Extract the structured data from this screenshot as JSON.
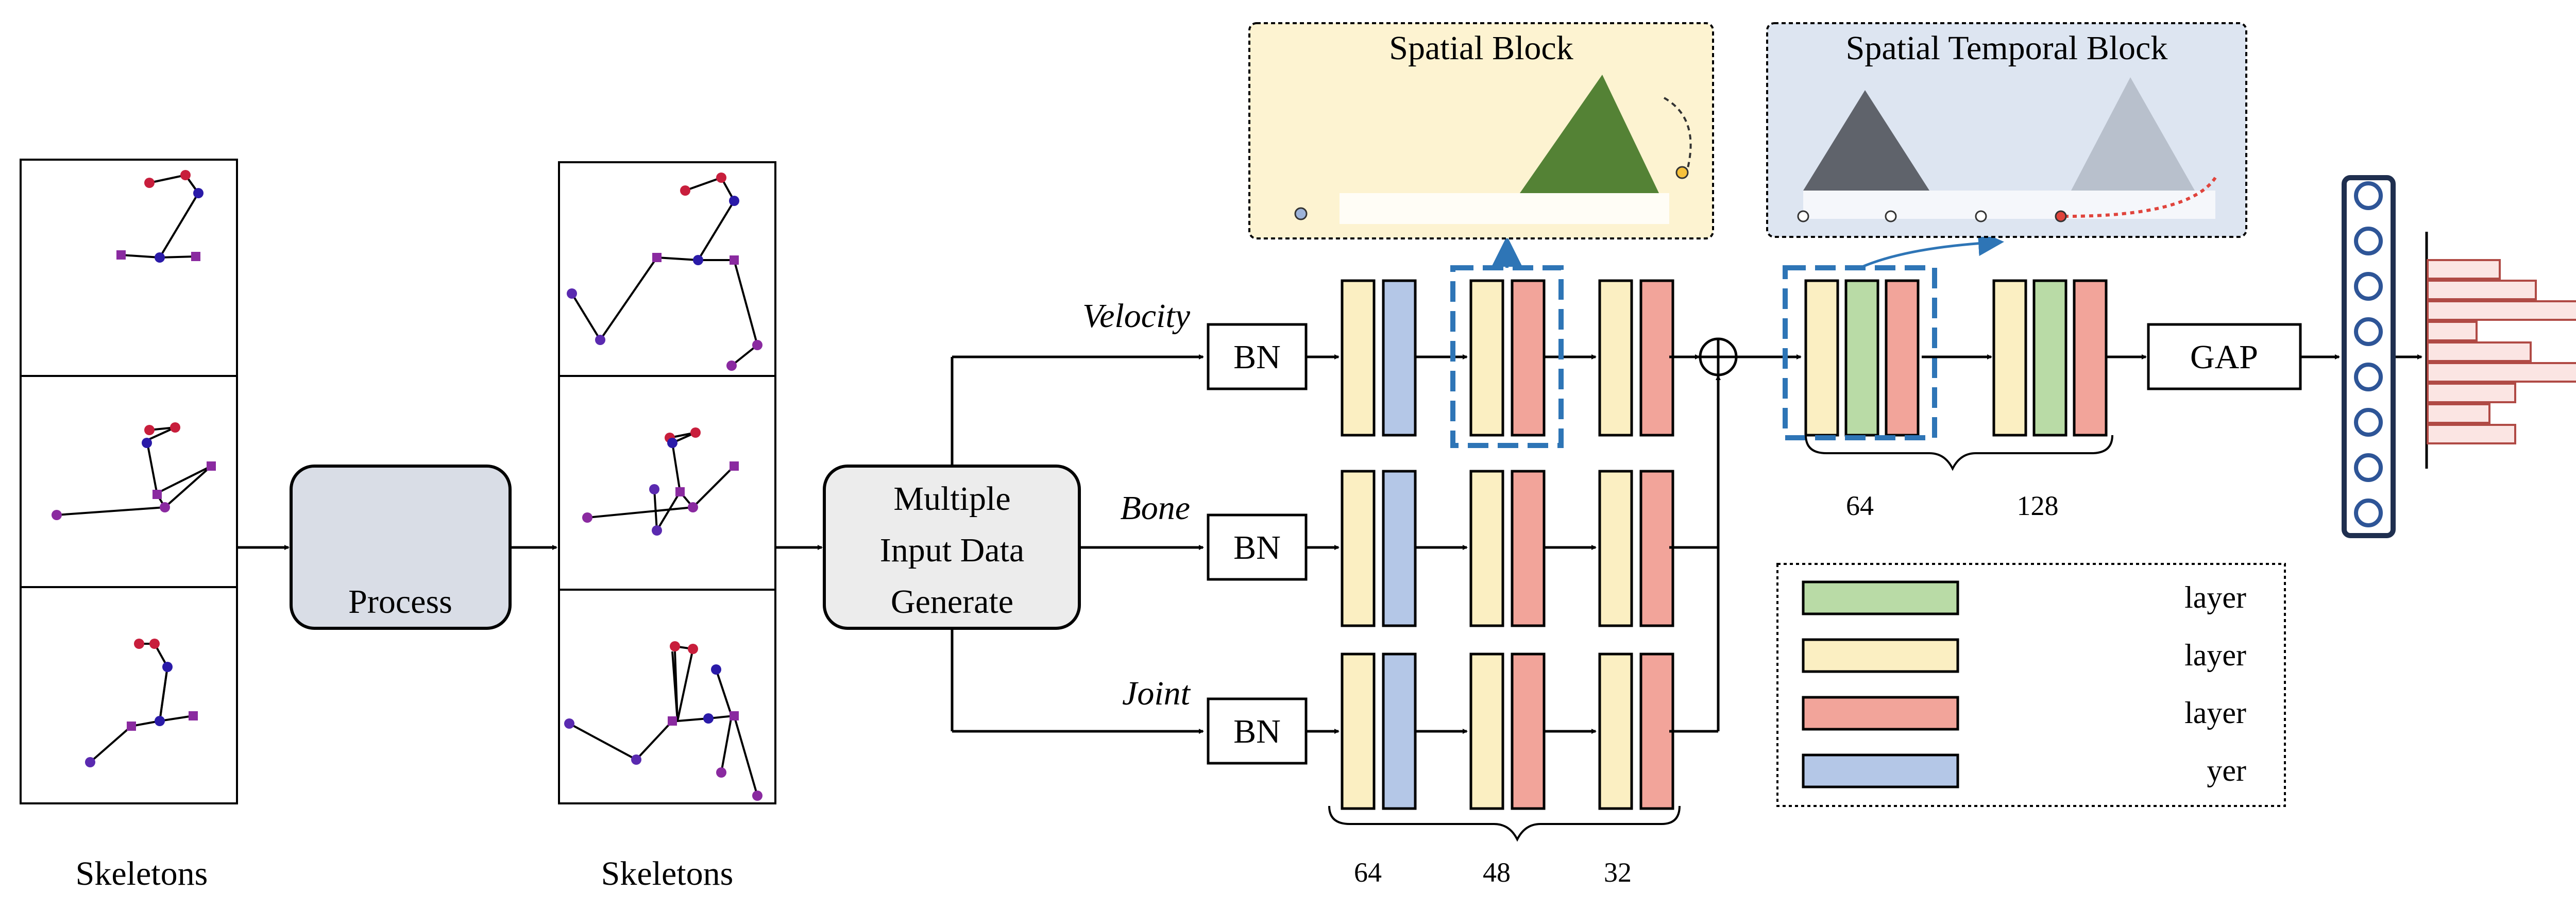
{
  "panels": {
    "original_label": "Skeletons",
    "repaired_label": "Skeletons"
  },
  "process_box": {
    "label": "Process"
  },
  "generate_box": {
    "line1": "Multiple",
    "line2": "Input Data",
    "line3": "Generate"
  },
  "streams": {
    "velocity": "Velocity",
    "bone": "Bone",
    "joint": "Joint"
  },
  "bn_label": "BN",
  "gap_label": "GAP",
  "channel_labels": {
    "lower": [
      "64",
      "48",
      "32"
    ],
    "upper": [
      "64",
      "128"
    ]
  },
  "spatial_block": {
    "title": "Spatial Block"
  },
  "st_block": {
    "title": "Spatial Temporal Block"
  },
  "legend": {
    "items": [
      {
        "label": "layer",
        "color": "#b9dba6"
      },
      {
        "label": "layer",
        "color": "#fbefc2"
      },
      {
        "label": "layer",
        "color": "#f2a49a"
      },
      {
        "label": "yer",
        "color": "#b4c7e7"
      }
    ]
  },
  "colors": {
    "yellow_layer": "#fbefc2",
    "blue_layer": "#b4c7e7",
    "red_layer": "#f2a49a",
    "green_layer": "#b9dba6",
    "dashed_blue": "#2e75b6",
    "process_fill": "#d9dde6",
    "generate_fill": "#ececec",
    "spatial_bg": "#fdf3d1",
    "st_bg": "#dde5f1"
  }
}
